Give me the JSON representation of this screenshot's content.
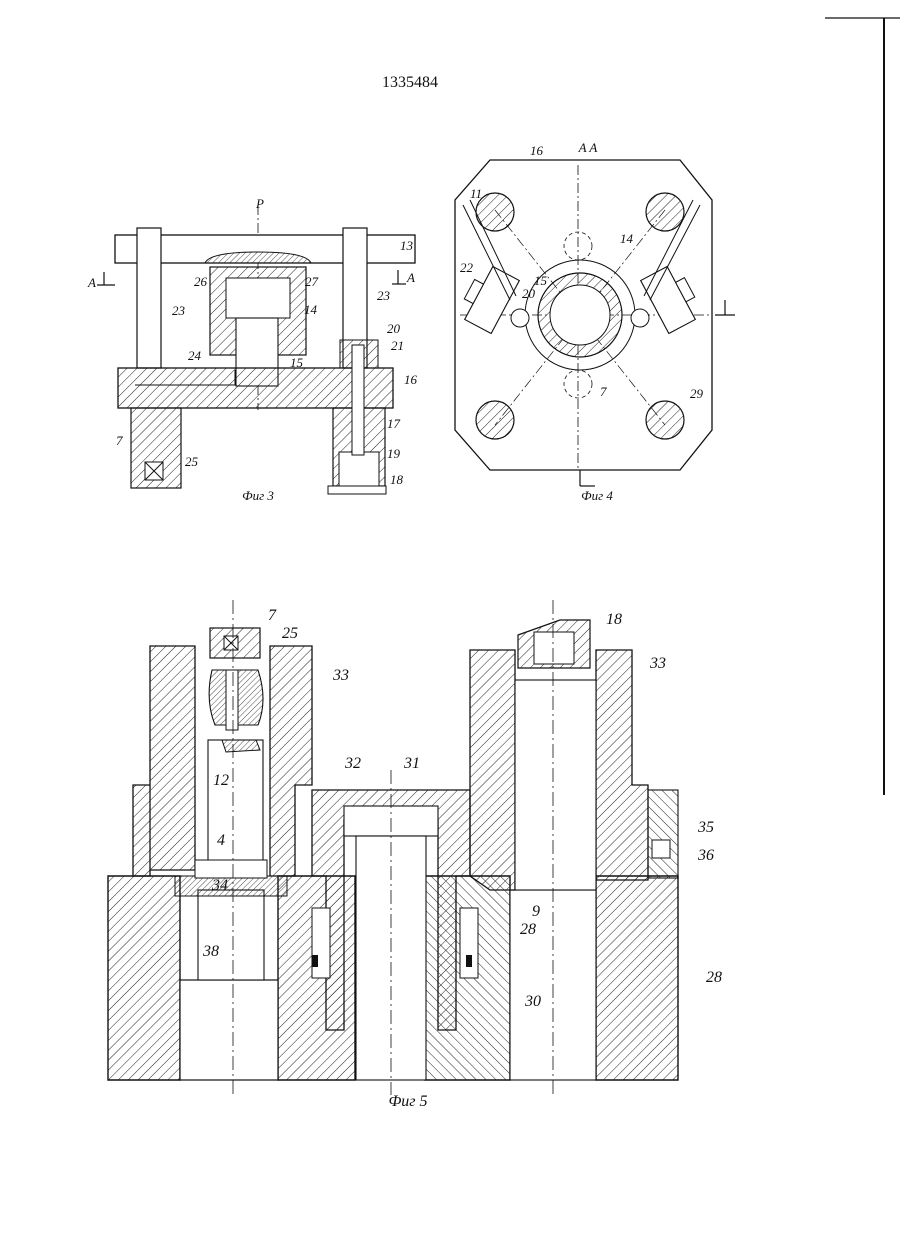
{
  "document": {
    "number": "1335484"
  },
  "fig3": {
    "caption": "Фиг 3",
    "force_label": "P",
    "section_mark_left": "A",
    "section_mark_right": "A",
    "labels": [
      "13",
      "26",
      "27",
      "14",
      "23",
      "23",
      "20",
      "21",
      "24",
      "15",
      "16",
      "7",
      "25",
      "17",
      "19",
      "18"
    ]
  },
  "fig4": {
    "caption": "Фиг 4",
    "section_title": "A A",
    "labels": [
      "16",
      "11",
      "14",
      "22",
      "15",
      "20",
      "7",
      "29"
    ]
  },
  "fig5": {
    "caption": "Фиг 5",
    "labels": [
      "7",
      "25",
      "18",
      "33",
      "33",
      "12",
      "32",
      "31",
      "4",
      "35",
      "36",
      "34",
      "9",
      "38",
      "28",
      "28",
      "30"
    ]
  }
}
